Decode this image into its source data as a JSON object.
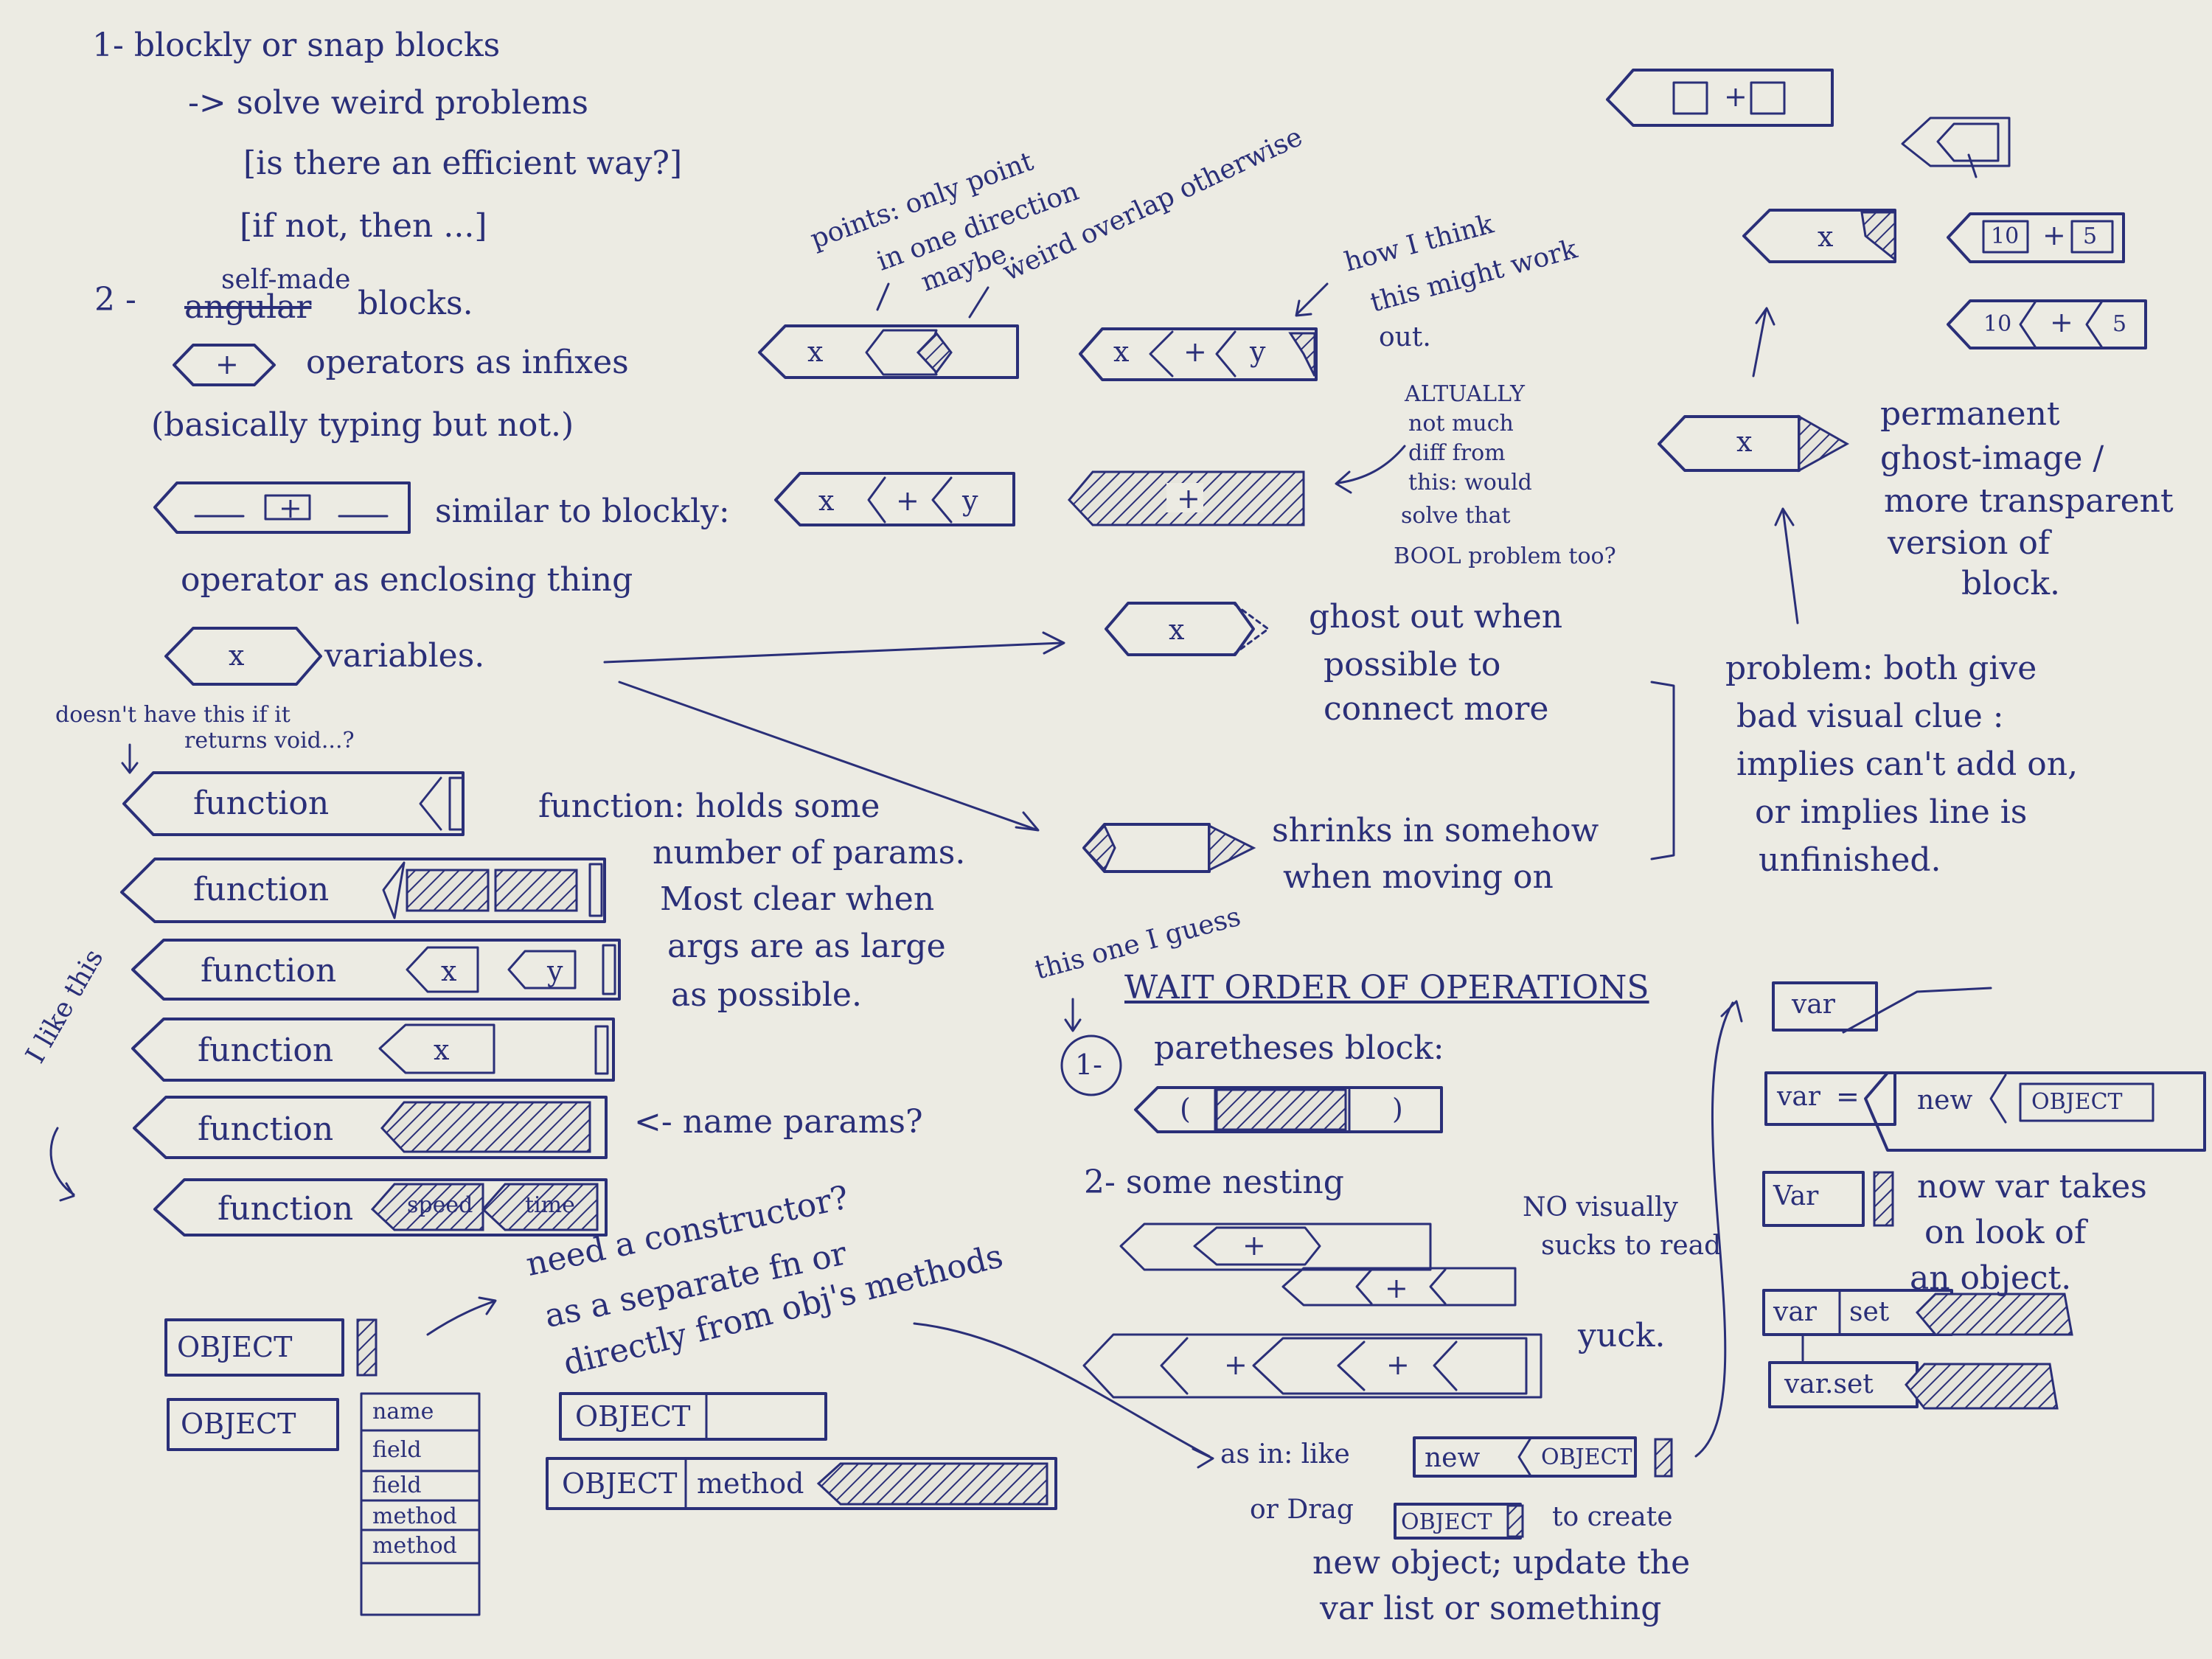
{
  "notes": {
    "n1_title": "1- blockly or snap blocks",
    "n1_solve": "-> solve weird problems",
    "n1_efficient": "[is there an efficient way?]",
    "n1_ifnot": "[if not, then ...]",
    "n2_prefix": "2 -",
    "n2_selfmade": "self-made",
    "n2_angular": "angular",
    "n2_blocks": "blocks.",
    "ops_infix": "operators as infixes",
    "basically_typing": "(basically typing but not.)",
    "similar_blockly": "similar to blockly:",
    "op_enclosing": "operator as enclosing thing",
    "variables": "variables.",
    "void_note_1": "doesn't have this if it",
    "void_note_2": "returns void...?",
    "function_note_1": "function: holds some",
    "function_note_2": "number of params.",
    "function_note_3": "Most clear when",
    "function_note_4": "args are as large",
    "function_note_5": "as possible.",
    "i_like_this": "I like this",
    "name_params": "<- name params?",
    "constructor_1": "need a constructor?",
    "constructor_2": "as a separate fn or",
    "constructor_3": "directly from obj's methods",
    "points_1": "points: only point",
    "points_2": "in one direction",
    "points_3": "maybe.",
    "weird_overlap": "weird overlap otherwise",
    "how_i_think_1": "how I think",
    "how_i_think_2": "this might work",
    "how_i_think_3": "out.",
    "actually_1": "ALTUALLY",
    "actually_2": "not much",
    "actually_3": "diff from",
    "actually_4": "this: would",
    "actually_5": "solve that",
    "actually_6": "BOOL problem too?",
    "ghost_1": "ghost out when",
    "ghost_2": "possible to",
    "ghost_3": "connect more",
    "shrinks_1": "shrinks in somehow",
    "shrinks_2": "when moving on",
    "this_one": "this one I guess",
    "wait_order": "WAIT ORDER OF OPERATIONS",
    "paren_block": "paretheses block:",
    "some_nesting": "2- some nesting",
    "no_visually_1": "NO visually",
    "no_visually_2": "sucks to read",
    "yuck": "yuck.",
    "as_in": "as in: like",
    "or_drag": "or Drag",
    "to_create": "to create",
    "new_object_update": "new object; update the",
    "var_list": "var list or something",
    "permanent_1": "permanent",
    "permanent_2": "ghost-image /",
    "permanent_3": "more transparent",
    "permanent_4": "version of",
    "permanent_5": "block.",
    "problem_1": "problem: both give",
    "problem_2": "bad visual clue :",
    "problem_3": "implies can't add on,",
    "problem_4": "or implies line is",
    "problem_5": "unfinished.",
    "new_var_1": "now var takes",
    "new_var_2": "on look of",
    "new_var_3": "an object."
  },
  "blocks": {
    "plus": "+",
    "x": "x",
    "y": "y",
    "ten": "10",
    "five": "5",
    "function": "function",
    "object": "OBJECT",
    "method": "method",
    "name": "name",
    "field": "field",
    "var": "var",
    "var_cap": "Var",
    "equals": "=",
    "new": "new",
    "set": "set",
    "var_set": "var.set",
    "speed": "speed",
    "time": "time",
    "lparen": "(",
    "rparen": ")",
    "one_circle": "1-"
  }
}
